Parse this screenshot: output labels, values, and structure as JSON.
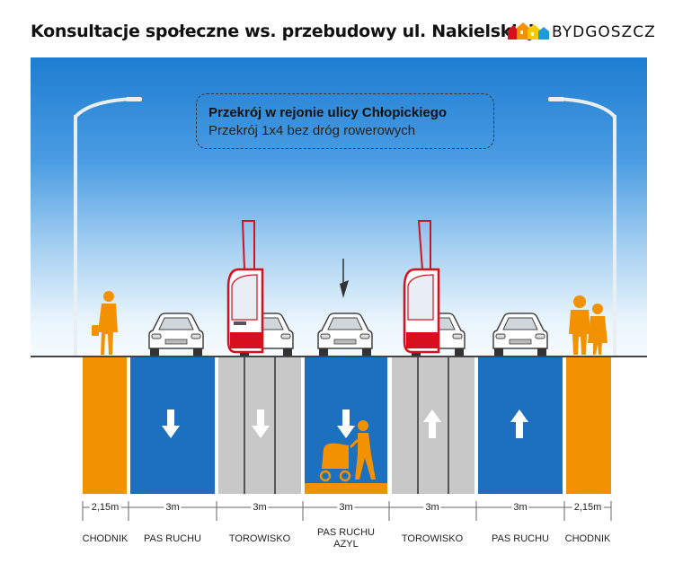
{
  "header": {
    "title": "Konsultacje społeczne ws. przebudowy ul. Nakielskiej",
    "logo_text": "BYDGOSZCZ"
  },
  "section": {
    "title": "Przekrój w rejonie ulicy Chłopickiego",
    "subtitle": "Przekrój 1x4 bez dróg rowerowych"
  },
  "lanes": [
    {
      "width": "2,15m",
      "label": "CHODNIK",
      "label2": ""
    },
    {
      "width": "3m",
      "label": "PAS RUCHU",
      "label2": ""
    },
    {
      "width": "3m",
      "label": "TOROWISKO",
      "label2": ""
    },
    {
      "width": "3m",
      "label": "PAS RUCHU",
      "label2": "AZYL"
    },
    {
      "width": "3m",
      "label": "TOROWISKO",
      "label2": ""
    },
    {
      "width": "3m",
      "label": "PAS RUCHU",
      "label2": ""
    },
    {
      "width": "2,15m",
      "label": "CHODNIK",
      "label2": ""
    }
  ],
  "colors": {
    "sidewalk": "#f39200",
    "lane": "#1d6fbf",
    "track": "#c8c8c8",
    "tram": "#d6111d"
  }
}
